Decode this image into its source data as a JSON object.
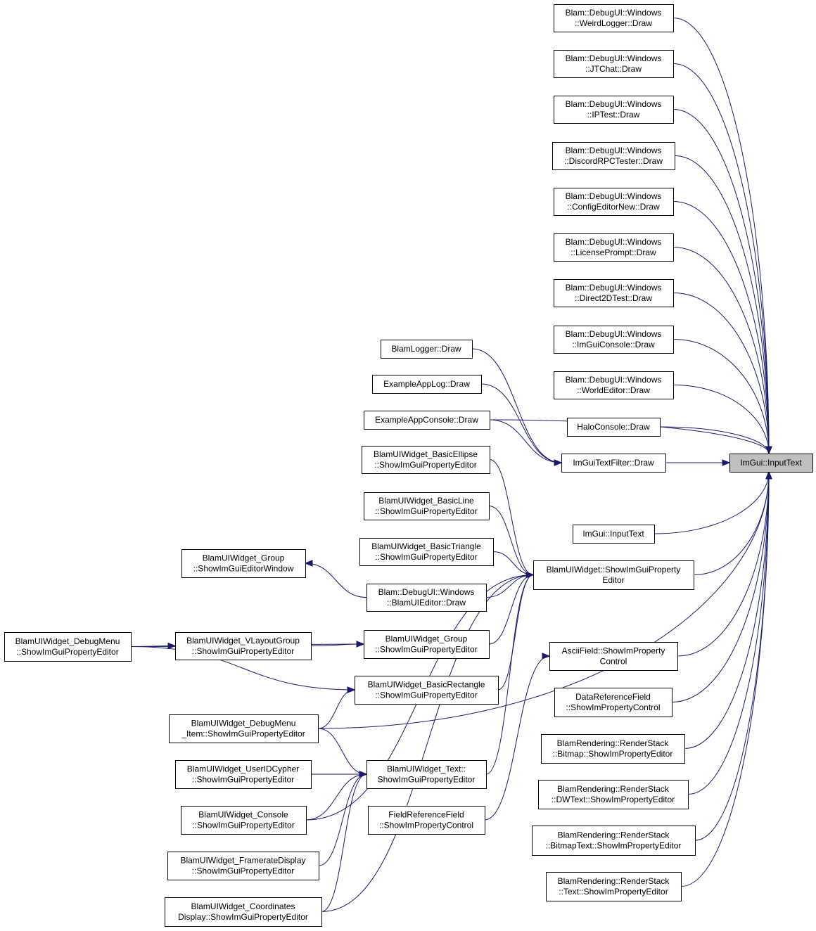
{
  "graph": {
    "nodes": [
      {
        "id": "root",
        "lines": [
          "ImGui::InputText"
        ]
      },
      {
        "id": "weird",
        "lines": [
          "Blam::DebugUI::Windows",
          "::WeirdLogger::Draw"
        ]
      },
      {
        "id": "jtchat",
        "lines": [
          "Blam::DebugUI::Windows",
          "::JTChat::Draw"
        ]
      },
      {
        "id": "iptest",
        "lines": [
          "Blam::DebugUI::Windows",
          "::IPTest::Draw"
        ]
      },
      {
        "id": "discord",
        "lines": [
          "Blam::DebugUI::Windows",
          "::DiscordRPCTester::Draw"
        ]
      },
      {
        "id": "config",
        "lines": [
          "Blam::DebugUI::Windows",
          "::ConfigEditorNew::Draw"
        ]
      },
      {
        "id": "license",
        "lines": [
          "Blam::DebugUI::Windows",
          "::LicensePrompt::Draw"
        ]
      },
      {
        "id": "d2d",
        "lines": [
          "Blam::DebugUI::Windows",
          "::Direct2DTest::Draw"
        ]
      },
      {
        "id": "imguicon",
        "lines": [
          "Blam::DebugUI::Windows",
          "::ImGuiConsole::Draw"
        ]
      },
      {
        "id": "world",
        "lines": [
          "Blam::DebugUI::Windows",
          "::WorldEditor::Draw"
        ]
      },
      {
        "id": "halo",
        "lines": [
          "HaloConsole::Draw"
        ]
      },
      {
        "id": "filter",
        "lines": [
          "ImGuiTextFilter::Draw"
        ]
      },
      {
        "id": "inputtext2",
        "lines": [
          "ImGui::InputText"
        ]
      },
      {
        "id": "blamlogger",
        "lines": [
          "BlamLogger::Draw"
        ]
      },
      {
        "id": "exlog",
        "lines": [
          "ExampleAppLog::Draw"
        ]
      },
      {
        "id": "excon",
        "lines": [
          "ExampleAppConsole::Draw"
        ]
      },
      {
        "id": "ellipse",
        "lines": [
          "BlamUIWidget_BasicEllipse",
          "::ShowImGuiPropertyEditor"
        ]
      },
      {
        "id": "line",
        "lines": [
          "BlamUIWidget_BasicLine",
          "::ShowImGuiPropertyEditor"
        ]
      },
      {
        "id": "triangle",
        "lines": [
          "BlamUIWidget_BasicTriangle",
          "::ShowImGuiPropertyEditor"
        ]
      },
      {
        "id": "showprop",
        "lines": [
          "BlamUIWidget::ShowImGuiProperty",
          "Editor"
        ]
      },
      {
        "id": "groupwin",
        "lines": [
          "BlamUIWidget_Group",
          "::ShowImGuiEditorWindow"
        ]
      },
      {
        "id": "uieditor",
        "lines": [
          "Blam::DebugUI::Windows",
          "::BlamUIEditor::Draw"
        ]
      },
      {
        "id": "debugmenu",
        "lines": [
          "BlamUIWidget_DebugMenu",
          "::ShowImGuiPropertyEditor"
        ]
      },
      {
        "id": "vlayout",
        "lines": [
          "BlamUIWidget_VLayoutGroup",
          "::ShowImGuiPropertyEditor"
        ]
      },
      {
        "id": "groupprop",
        "lines": [
          "BlamUIWidget_Group",
          "::ShowImGuiPropertyEditor"
        ]
      },
      {
        "id": "rect",
        "lines": [
          "BlamUIWidget_BasicRectangle",
          "::ShowImGuiPropertyEditor"
        ]
      },
      {
        "id": "dmitem",
        "lines": [
          "BlamUIWidget_DebugMenu",
          "_Item::ShowImGuiPropertyEditor"
        ]
      },
      {
        "id": "userid",
        "lines": [
          "BlamUIWidget_UserIDCypher",
          "::ShowImGuiPropertyEditor"
        ]
      },
      {
        "id": "text",
        "lines": [
          "BlamUIWidget_Text::",
          "ShowImGuiPropertyEditor"
        ]
      },
      {
        "id": "console",
        "lines": [
          "BlamUIWidget_Console",
          "::ShowImGuiPropertyEditor"
        ]
      },
      {
        "id": "framerate",
        "lines": [
          "BlamUIWidget_FramerateDisplay",
          "::ShowImGuiPropertyEditor"
        ]
      },
      {
        "id": "coords",
        "lines": [
          "BlamUIWidget_Coordinates",
          "Display::ShowImGuiPropertyEditor"
        ]
      },
      {
        "id": "ascii",
        "lines": [
          "AsciiField::ShowImProperty",
          "Control"
        ]
      },
      {
        "id": "dataref",
        "lines": [
          "DataReferenceField",
          "::ShowImPropertyControl"
        ]
      },
      {
        "id": "fieldref",
        "lines": [
          "FieldReferenceField",
          "::ShowImPropertyControl"
        ]
      },
      {
        "id": "rsbitmap",
        "lines": [
          "BlamRendering::RenderStack",
          "::Bitmap::ShowImPropertyEditor"
        ]
      },
      {
        "id": "rsdwtext",
        "lines": [
          "BlamRendering::RenderStack",
          "::DWText::ShowImPropertyEditor"
        ]
      },
      {
        "id": "rsbitmaptext",
        "lines": [
          "BlamRendering::RenderStack",
          "::BitmapText::ShowImPropertyEditor"
        ]
      },
      {
        "id": "rstext",
        "lines": [
          "BlamRendering::RenderStack",
          "::Text::ShowImPropertyEditor"
        ]
      }
    ],
    "edges": [
      {
        "from": "weird",
        "to": "root"
      },
      {
        "from": "jtchat",
        "to": "root"
      },
      {
        "from": "iptest",
        "to": "root"
      },
      {
        "from": "discord",
        "to": "root"
      },
      {
        "from": "config",
        "to": "root"
      },
      {
        "from": "license",
        "to": "root"
      },
      {
        "from": "d2d",
        "to": "root"
      },
      {
        "from": "imguicon",
        "to": "root"
      },
      {
        "from": "world",
        "to": "root"
      },
      {
        "from": "halo",
        "to": "root"
      },
      {
        "from": "filter",
        "to": "root"
      },
      {
        "from": "excon",
        "to": "root"
      },
      {
        "from": "inputtext2",
        "to": "root"
      },
      {
        "from": "showprop",
        "to": "root"
      },
      {
        "from": "dmitem",
        "to": "root"
      },
      {
        "from": "ascii",
        "to": "root"
      },
      {
        "from": "dataref",
        "to": "root"
      },
      {
        "from": "rsbitmap",
        "to": "root"
      },
      {
        "from": "rsdwtext",
        "to": "root"
      },
      {
        "from": "rsbitmaptext",
        "to": "root"
      },
      {
        "from": "rstext",
        "to": "root"
      },
      {
        "from": "blamlogger",
        "to": "filter"
      },
      {
        "from": "exlog",
        "to": "filter"
      },
      {
        "from": "excon",
        "to": "filter"
      },
      {
        "from": "ellipse",
        "to": "showprop"
      },
      {
        "from": "line",
        "to": "showprop"
      },
      {
        "from": "triangle",
        "to": "showprop"
      },
      {
        "from": "uieditor",
        "to": "showprop"
      },
      {
        "from": "groupprop",
        "to": "showprop"
      },
      {
        "from": "rect",
        "to": "showprop"
      },
      {
        "from": "text",
        "to": "showprop"
      },
      {
        "from": "console",
        "to": "showprop"
      },
      {
        "from": "coords",
        "to": "showprop"
      },
      {
        "from": "uieditor",
        "to": "groupwin"
      },
      {
        "from": "debugmenu",
        "to": "vlayout"
      },
      {
        "from": "debugmenu",
        "to": "groupprop"
      },
      {
        "from": "debugmenu",
        "to": "rect"
      },
      {
        "from": "vlayout",
        "to": "groupprop"
      },
      {
        "from": "dmitem",
        "to": "rect"
      },
      {
        "from": "dmitem",
        "to": "text"
      },
      {
        "from": "userid",
        "to": "text"
      },
      {
        "from": "console",
        "to": "text"
      },
      {
        "from": "framerate",
        "to": "text"
      },
      {
        "from": "coords",
        "to": "text"
      },
      {
        "from": "fieldref",
        "to": "ascii"
      }
    ]
  }
}
